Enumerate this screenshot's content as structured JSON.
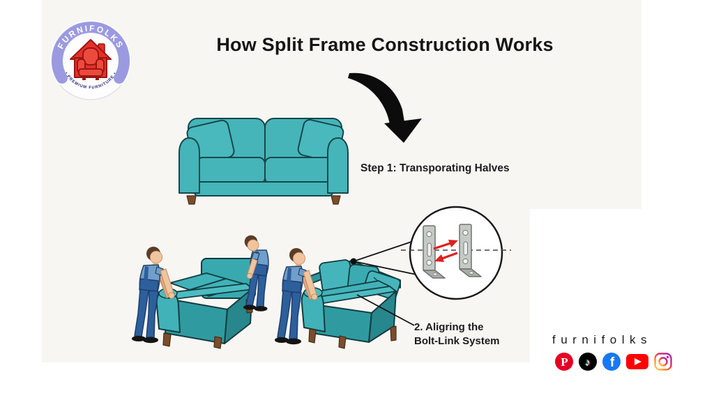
{
  "logo": {
    "brand_arc": "FURNIFOLKS",
    "tagline_arc": "• PREMIUM FURNITURE •",
    "colors": {
      "band": "#9b9ae0",
      "house_red": "#e8302a",
      "house_outline": "#991712",
      "tagline_navy": "#272e6b"
    }
  },
  "title": {
    "text": "How Split Frame Construction Works"
  },
  "step1": {
    "label": "Step 1: Transporating Halves"
  },
  "step2": {
    "line1": "2. Aligring the",
    "line2": "Bolt-Link System"
  },
  "footer": {
    "brand": "furnifolks",
    "social": [
      {
        "name": "pinterest",
        "glyph": "P",
        "color": "#e60023"
      },
      {
        "name": "tiktok",
        "glyph": "♪",
        "color": "#000000"
      },
      {
        "name": "facebook",
        "glyph": "f",
        "color": "#1877f2"
      },
      {
        "name": "youtube",
        "glyph": "play-triangle",
        "color": "#ff0000"
      },
      {
        "name": "instagram",
        "glyph": "camera-outline",
        "color": "#d62976"
      }
    ]
  },
  "illustration": {
    "objects": [
      "assembled-teal-sofa",
      "curved-black-arrow",
      "two-movers-carrying-sofa-half",
      "mover-aligning-second-sofa-half",
      "magnifier-detail-of-bolt-link-brackets"
    ],
    "colors": {
      "sofa_teal": "#45b5ba",
      "sofa_teal_dark": "#2f9ba1",
      "worker_shirt": "#6f9fca",
      "worker_overalls": "#2d5f9b",
      "bracket_gray": "#c6cac6",
      "alignment_arrow_red": "#e01f1f",
      "outline": "#123c40"
    }
  }
}
